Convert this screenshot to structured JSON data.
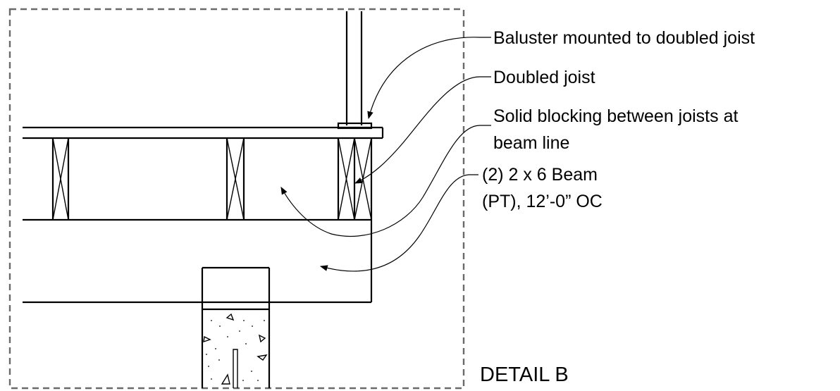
{
  "detail_title": "DETAIL B",
  "callouts": [
    {
      "id": "baluster",
      "lines": [
        "Baluster mounted to doubled joist"
      ]
    },
    {
      "id": "doubled-joist",
      "lines": [
        "Doubled joist"
      ]
    },
    {
      "id": "solid-blocking",
      "lines": [
        "Solid blocking between joists at",
        "beam line"
      ]
    },
    {
      "id": "beam",
      "lines": [
        "(2) 2 x 6 Beam",
        "(PT), 12’-0” OC"
      ]
    }
  ]
}
